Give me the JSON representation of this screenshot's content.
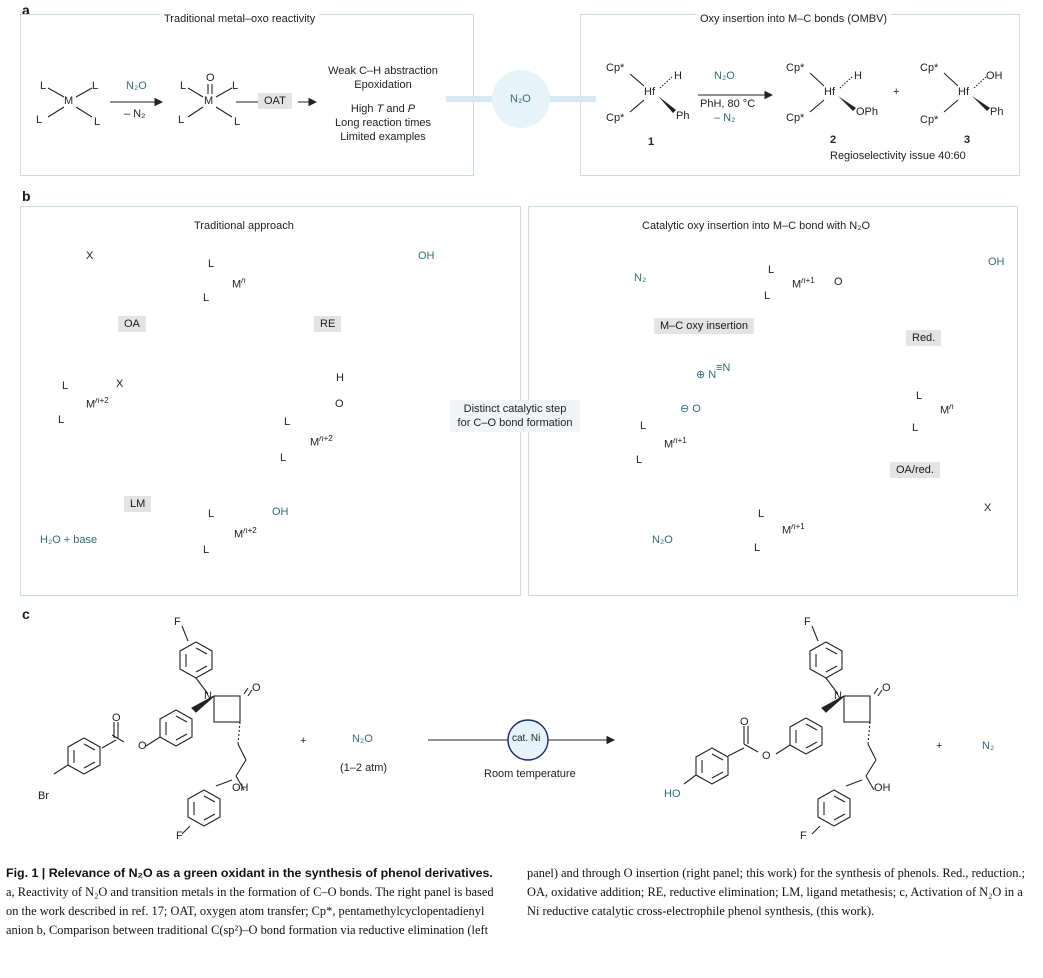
{
  "panels": {
    "a": {
      "letter": "a",
      "left_title": "Traditional metal–oxo reactivity",
      "right_title": "Oxy insertion into M–C bonds (OMBV)",
      "n2o_top": "N₂O",
      "minus_n2": "– N₂",
      "oat_label": "OAT",
      "outcomes": [
        "Weak C–H abstraction",
        "Epoxidation",
        "High T and P",
        "Long reaction times",
        "Limited examples"
      ],
      "center_bubble": "N₂O",
      "conditions_top": "N₂O",
      "conditions_mid": "PhH, 80 °C",
      "conditions_bot": "– N₂",
      "compound_1": "1",
      "compound_2": "2",
      "compound_3": "3",
      "plus": "+",
      "regio_note": "Regioselectivity issue 40:60"
    },
    "b": {
      "letter": "b",
      "left_title": "Traditional approach",
      "right_title": "Catalytic oxy insertion into M–C bond with N₂O",
      "tag_oa": "OA",
      "tag_re": "RE",
      "tag_lm": "LM",
      "h2o_base": "H₂O + base",
      "center_text_1": "Distinct catalytic step",
      "center_text_2": "for C–O bond formation",
      "n2_label": "N₂",
      "tag_mc": "M–C oxy insertion",
      "tag_red": "Red.",
      "tag_oared": "OA/red.",
      "n2o_label": "N₂O"
    },
    "c": {
      "letter": "c",
      "plus_1": "+",
      "reagent": "N₂O",
      "pressure": "(1–2 atm)",
      "catalyst": "cat. Ni",
      "condition": "Room temperature",
      "plus_2": "+",
      "byproduct": "N₂"
    }
  },
  "caption": {
    "left_bold": "Fig. 1 | Relevance of N₂O as a green oxidant in the synthesis of phenol derivatives.",
    "left_text": " a, Reactivity of N₂O and transition metals in the formation of C–O bonds. The right panel is based on the work described in ref. 17; OAT, oxygen atom transfer; Cp*, pentamethylcyclopentadienyl anion b, Comparison between traditional C(sp²)–O bond formation via reductive elimination (left",
    "right_text": "panel) and through O insertion (right panel; this work) for the synthesis of phenols. Red., reduction.; OA, oxidative addition; RE, reductive elimination; LM, ligand metathesis; c, Activation of N₂O in a Ni reductive catalytic cross-electrophile phenol synthesis, (this work)."
  },
  "colors": {
    "navy": "#1b2a6b",
    "teal": "#2e6e7a",
    "box_border": "#c9d9e6",
    "bubble": "#e6f3f8"
  }
}
